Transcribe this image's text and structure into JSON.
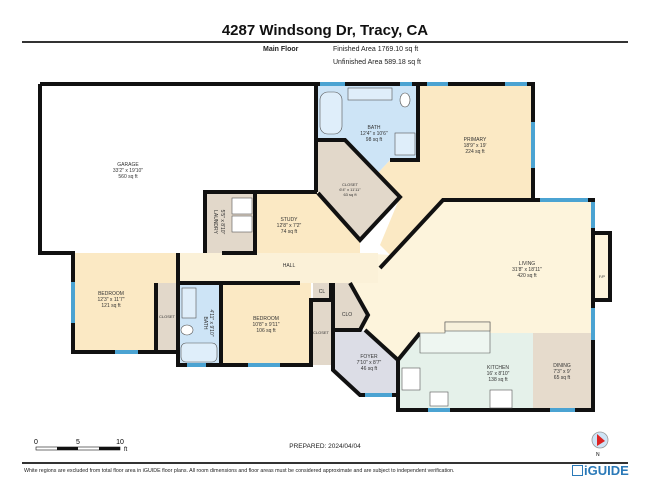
{
  "header": {
    "title": "4287 Windsong Dr, Tracy, CA",
    "floor_label": "Main Floor",
    "finished_area": "Finished Area 1769.10 sq ft",
    "unfinished_area": "Unfinished Area 589.18 sq ft"
  },
  "rooms": {
    "garage": {
      "name": "GARAGE",
      "dims": "33'2\" x 19'10\"",
      "area": "560 sq ft"
    },
    "laundry": {
      "name": "LAUNDRY",
      "dims": "5'5\" x 8'10\""
    },
    "study": {
      "name": "STUDY",
      "dims": "12'8\" x 7'2\"",
      "area": "74 sq ft"
    },
    "hall": {
      "name": "HALL"
    },
    "bedroom1": {
      "name": "BEDROOM",
      "dims": "12'3\" x 11'7\"",
      "area": "121 sq ft"
    },
    "closet1": {
      "name": "CLOSET"
    },
    "bath1": {
      "name": "BATH",
      "dims": "4'11\" x 9'10\""
    },
    "bedroom2": {
      "name": "BEDROOM",
      "dims": "10'8\" x 9'11\"",
      "area": "106 sq ft"
    },
    "closet2": {
      "name": "CLOSET"
    },
    "cl": {
      "name": "CL"
    },
    "clo": {
      "name": "CLO"
    },
    "foyer": {
      "name": "FOYER",
      "dims": "7'10\" x 8'7\"",
      "area": "46 sq ft"
    },
    "bath2": {
      "name": "BATH",
      "dims": "12'4\" x 10'6\"",
      "area": "98 sq ft"
    },
    "closet3": {
      "name": "CLOSET",
      "dims": "6'4\" x 11'11\"",
      "area": "63 sq ft"
    },
    "primary": {
      "name": "PRIMARY",
      "dims": "18'9\" x 19'",
      "area": "224 sq ft"
    },
    "living": {
      "name": "LIVING",
      "dims": "31'8\" x 18'11\"",
      "area": "420 sq ft"
    },
    "fp": {
      "name": "F/P"
    },
    "kitchen": {
      "name": "KITCHEN",
      "dims": "16' x 8'10\"",
      "area": "138 sq ft"
    },
    "dining": {
      "name": "DINING",
      "dims": "7'3\" x 9'",
      "area": "65 sq ft"
    }
  },
  "colors": {
    "wall": "#111111",
    "window": "#4ba3d2",
    "bedroom": "#fbe9c4",
    "living": "#fdf4dc",
    "bath": "#cde4f6",
    "closet": "#e2d8ca",
    "kitchen": "#e5f1ea",
    "dining": "#e6dbcc",
    "garage": "#ffffff"
  },
  "scale": {
    "labels": [
      "0",
      "5",
      "10"
    ],
    "unit": "ft"
  },
  "footer": {
    "prepared": "PREPARED: 2024/04/04",
    "disclaimer": "White regions are excluded from total floor area in iGUIDE floor plans. All room dimensions and floor areas must be considered approximate and are subject to independent verification.",
    "logo": "iGUIDE",
    "compass": "N"
  }
}
